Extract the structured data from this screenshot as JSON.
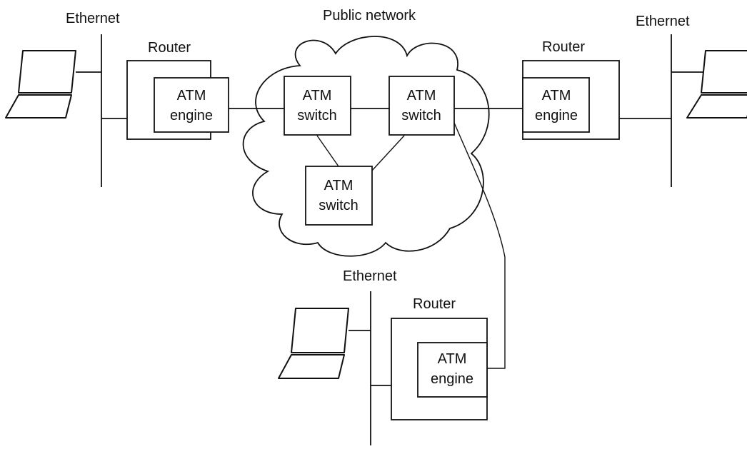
{
  "labels": {
    "public_network": "Public network",
    "ethernet_left": "Ethernet",
    "ethernet_right": "Ethernet",
    "ethernet_bottom": "Ethernet",
    "router_left": "Router",
    "router_right": "Router",
    "router_bottom": "Router"
  },
  "engines": {
    "left": {
      "line1": "ATM",
      "line2": "engine"
    },
    "right": {
      "line1": "ATM",
      "line2": "engine"
    },
    "bottom": {
      "line1": "ATM",
      "line2": "engine"
    }
  },
  "switches": {
    "left": {
      "line1": "ATM",
      "line2": "switch"
    },
    "right": {
      "line1": "ATM",
      "line2": "switch"
    },
    "bottom": {
      "line1": "ATM",
      "line2": "switch"
    }
  }
}
